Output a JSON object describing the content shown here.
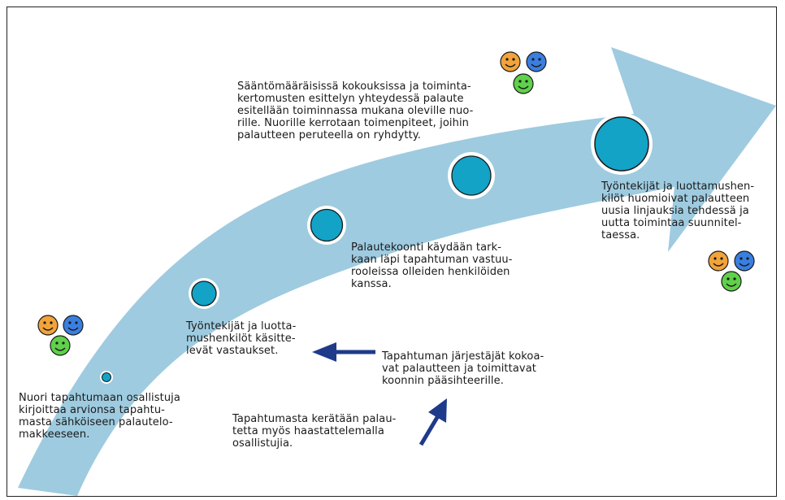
{
  "colors": {
    "arrow": "#9ecbe0",
    "dot": "#12a3c7",
    "dot_ring": "#ffffff",
    "dot_stroke": "#1a1a1a",
    "pointer_arrow": "#1f3a8a",
    "smiley_orange": "#f2a33a",
    "smiley_blue": "#3a7fe0",
    "smiley_green": "#5fd14a"
  },
  "icons": [
    "smiley-group-icon",
    "arrow-left-icon",
    "arrow-up-right-icon"
  ],
  "texts": {
    "step1": "Nuori tapahtumaan osallistuja\nkirjoittaa arvionsa tapahtu-\nmasta sähköiseen palautelo-\nmakkeeseen.",
    "step2": "Työntekijät ja luotta-\nmushenkilöt käsitte-\nlevät vastaukset.",
    "step3": "Palautekoonti käydään tark-\nkaan läpi tapahtuman vastuu-\nrooleissa olleiden henkilöiden\nkanssa.",
    "step4": "Sääntömääräisissä kokouksissa ja toiminta-\nkertomusten esittelyn yhteydessä palaute\nesitellään toiminnassa mukana oleville nuo-\nrille. Nuorille kerrotaan toimenpiteet, joihin\npalautteen peruteella on ryhdytty.",
    "step5": "Työntekijät ja luottamushen-\nkilöt huomioivat palautteen\nuusia linjauksia tehdessä ja\nuutta toimintaa suunnitel-\ntaessa.",
    "side_collect": "Tapahtuman järjestäjät kokoa-\nvat palautteen ja toimittavat\nkoonnin pääsihteerille.",
    "side_interview": "Tapahtumasta kerätään palau-\ntetta myös haastattelemalla\nosallistujia."
  }
}
